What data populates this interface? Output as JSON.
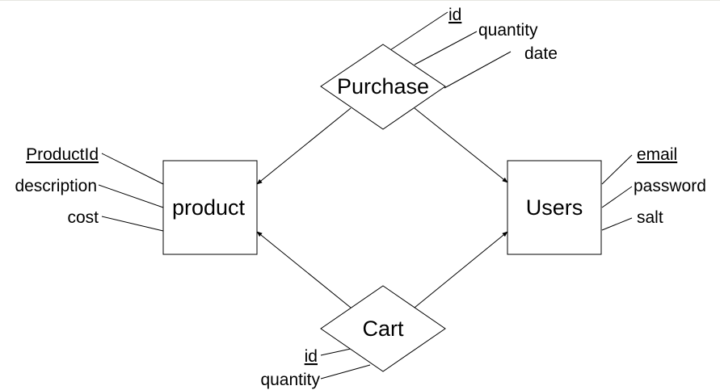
{
  "entities": {
    "product": "product",
    "users": "Users"
  },
  "relationships": {
    "purchase": "Purchase",
    "cart": "Cart"
  },
  "attributes": {
    "product": [
      {
        "label": "ProductId",
        "key": true
      },
      {
        "label": "description",
        "key": false
      },
      {
        "label": "cost",
        "key": false
      }
    ],
    "users": [
      {
        "label": "email",
        "key": true
      },
      {
        "label": "password",
        "key": false
      },
      {
        "label": "salt",
        "key": false
      }
    ],
    "purchase": [
      {
        "label": "id",
        "key": true
      },
      {
        "label": "quantity",
        "key": false
      },
      {
        "label": "date",
        "key": false
      }
    ],
    "cart": [
      {
        "label": "id",
        "key": true
      },
      {
        "label": "quantity",
        "key": false
      }
    ]
  }
}
